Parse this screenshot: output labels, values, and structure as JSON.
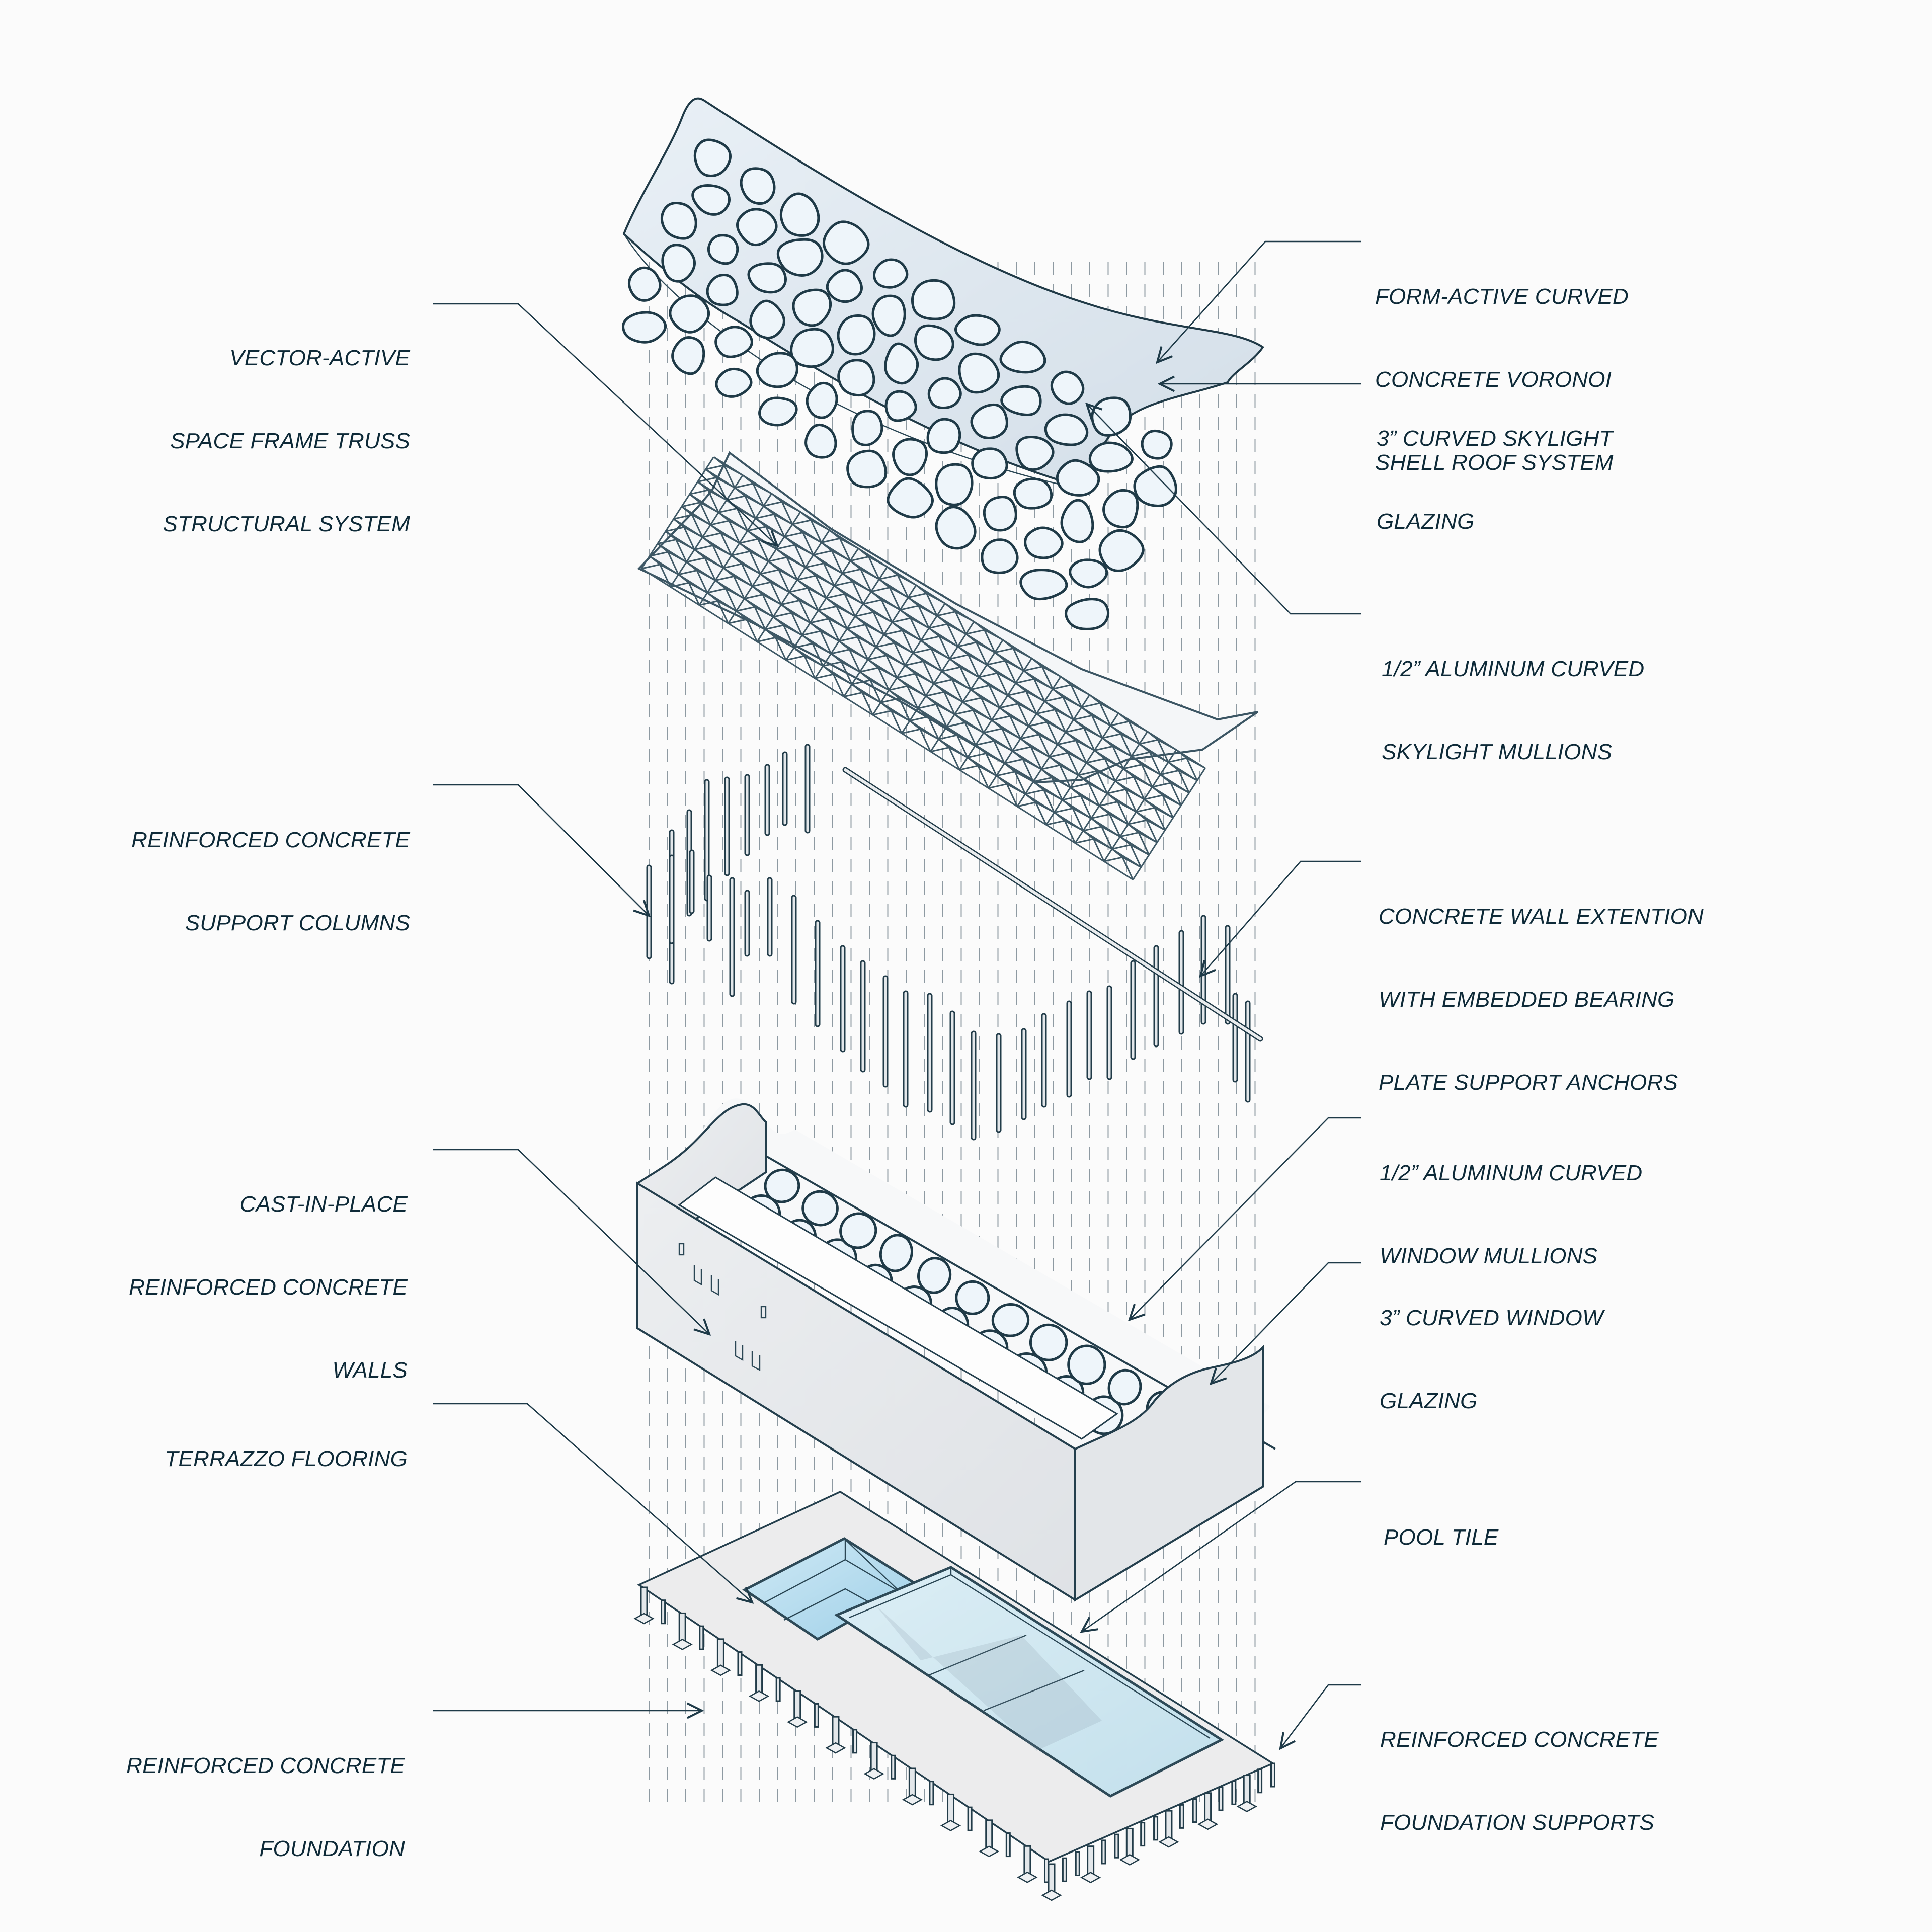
{
  "diagram": {
    "type": "exploded-axonometric",
    "subject": "Building structural layers",
    "colors": {
      "ink": "#0e2a38",
      "leader": "#1e3a48",
      "concrete": "#e4e6e9",
      "glazing": "#eef5fa",
      "pool_water": "#a9d6ea",
      "background": "#fbfbfb"
    },
    "layers": [
      {
        "id": "roof-shell",
        "name": "Voronoi shell roof"
      },
      {
        "id": "space-frame",
        "name": "Space frame truss"
      },
      {
        "id": "columns",
        "name": "Support columns and wall extension"
      },
      {
        "id": "walls",
        "name": "Concrete walls with voronoi window"
      },
      {
        "id": "foundation",
        "name": "Foundation slab with pools"
      }
    ],
    "labels_left": [
      {
        "id": "space-frame-truss",
        "lines": [
          "VECTOR-ACTIVE",
          "SPACE FRAME TRUSS",
          "STRUCTURAL SYSTEM"
        ]
      },
      {
        "id": "support-columns",
        "lines": [
          "REINFORCED CONCRETE",
          "SUPPORT COLUMNS"
        ]
      },
      {
        "id": "concrete-walls",
        "lines": [
          "CAST-IN-PLACE",
          "REINFORCED CONCRETE",
          "WALLS"
        ]
      },
      {
        "id": "terrazzo-flooring",
        "lines": [
          "TERRAZZO FLOORING"
        ]
      },
      {
        "id": "concrete-foundation",
        "lines": [
          "REINFORCED CONCRETE",
          "FOUNDATION"
        ]
      }
    ],
    "labels_right": [
      {
        "id": "voronoi-shell-roof",
        "lines": [
          "FORM-ACTIVE CURVED",
          "CONCRETE VORONOI",
          "SHELL ROOF SYSTEM"
        ]
      },
      {
        "id": "skylight-glazing",
        "lines": [
          "3” CURVED SKYLIGHT",
          "GLAZING"
        ]
      },
      {
        "id": "skylight-mullions",
        "lines": [
          "1/2” ALUMINUM CURVED",
          "SKYLIGHT MULLIONS"
        ]
      },
      {
        "id": "wall-extension",
        "lines": [
          "CONCRETE WALL EXTENTION",
          "WITH EMBEDDED BEARING",
          "PLATE SUPPORT ANCHORS"
        ]
      },
      {
        "id": "window-mullions",
        "lines": [
          "1/2” ALUMINUM CURVED",
          "WINDOW MULLIONS"
        ]
      },
      {
        "id": "window-glazing",
        "lines": [
          "3” CURVED WINDOW",
          "GLAZING"
        ]
      },
      {
        "id": "pool-tile",
        "lines": [
          "POOL TILE"
        ]
      },
      {
        "id": "foundation-supports",
        "lines": [
          "REINFORCED CONCRETE",
          "FOUNDATION SUPPORTS"
        ]
      }
    ]
  }
}
